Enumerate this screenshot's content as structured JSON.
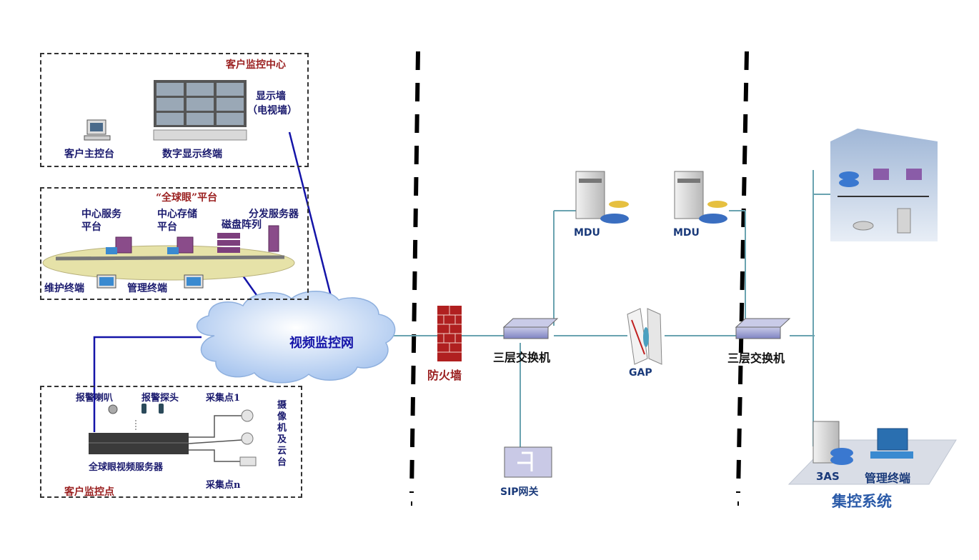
{
  "monitor_center": {
    "title": "客户监控中心",
    "display_wall": "显示墙",
    "tv_wall": "（电视墙）",
    "console": "客户主控台",
    "display_terminal": "数字显示终端"
  },
  "platform": {
    "title": "“全球眼”平台",
    "center_service": [
      "中心服务",
      "平台"
    ],
    "center_storage": [
      "中心存储",
      "平台"
    ],
    "distribution_server": "分发服务器",
    "disk_array": "磁盘阵列",
    "maintenance_terminal": "维护终端",
    "management_terminal": "管理终端"
  },
  "cloud": {
    "label": "视频监控网"
  },
  "monitor_point": {
    "title": "客户监控点",
    "alarm_speaker": "报警喇叭",
    "alarm_probe": "报警探头",
    "collect_point_1": "采集点1",
    "collect_point_n": "采集点n",
    "camera_label": [
      "摄",
      "像",
      "机",
      "及",
      "云",
      "台"
    ],
    "video_server": "全球眼视频服务器"
  },
  "network": {
    "firewall": "防火墙",
    "switch_left": "三层交换机",
    "switch_right": "三层交换机",
    "gap": "GAP",
    "sip_gateway": "SIP网关",
    "mdu_left": "MDU",
    "mdu_right": "MDU"
  },
  "central_control": {
    "aas": "3AS",
    "management_terminal": "管理终端",
    "title": "集控系统"
  },
  "colors": {
    "link_blue": "#1414a8",
    "link_teal": "#6aa3b0",
    "label_navy": "#1a1a6e",
    "label_red": "#9a1f1f",
    "firewall_red": "#b02020",
    "ellipse_fill": "#e6e2a8"
  }
}
